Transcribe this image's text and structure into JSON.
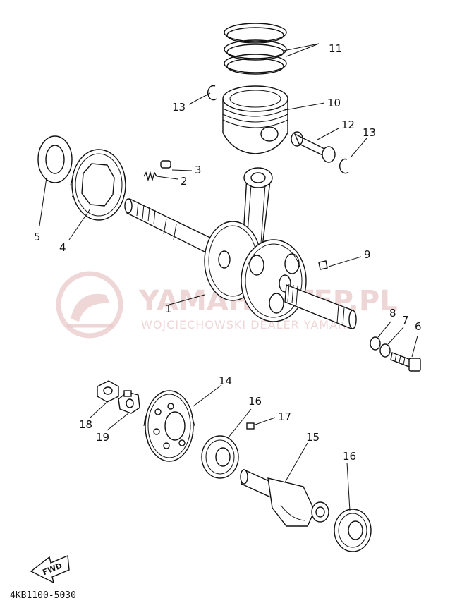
{
  "watermark": {
    "text": "YAMAHASTEP.PL",
    "subtext": "WOJCIECHOWSKI DEALER YAMAHA",
    "color": "#e9c9c9"
  },
  "diagram_code": "4KB1100-5030",
  "fwd_label": "FWD",
  "callouts": [
    "1",
    "2",
    "3",
    "4",
    "5",
    "6",
    "7",
    "8",
    "9",
    "10",
    "11",
    "12",
    "13",
    "13",
    "14",
    "15",
    "16",
    "16",
    "17",
    "18",
    "19"
  ]
}
